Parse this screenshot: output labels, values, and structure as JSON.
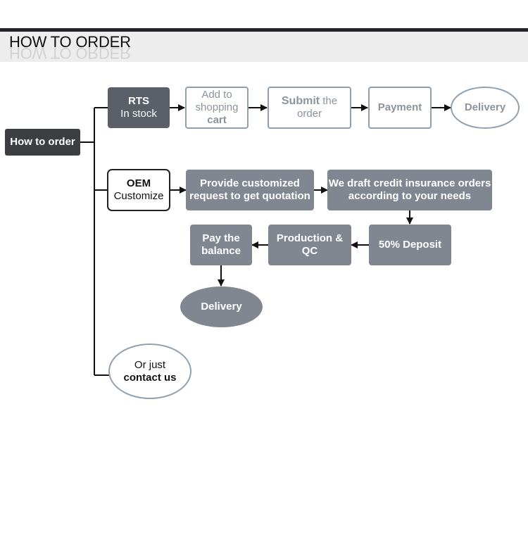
{
  "header": {
    "title": "HOW TO ORDER"
  },
  "root": {
    "label": "How to order"
  },
  "rts_row": {
    "rts_title": "RTS",
    "rts_sub": "In stock",
    "add_line1": "Add to",
    "add_line2": "shopping",
    "add_line3": "cart",
    "submit_bold": "Submit",
    "submit_rest": "the",
    "submit_line2": "order",
    "payment": "Payment",
    "delivery": "Delivery"
  },
  "oem_row": {
    "oem_title": "OEM",
    "oem_sub": "Customize",
    "provide_line1": "Provide customized",
    "provide_line2": "request to get quotation",
    "draft_line1": "We draft credit insurance orders",
    "draft_line2": "according to your needs",
    "deposit": "50% Deposit",
    "production_line1": "Production &",
    "production_line2": "QC",
    "pay_line1": "Pay the",
    "pay_line2": "balance",
    "delivery": "Delivery"
  },
  "contact": {
    "line1": "Or just",
    "line2": "contact us"
  },
  "colors": {
    "dark_node": "#3c3e43",
    "rts_node": "#5a5f68",
    "gray_node": "#808791",
    "outline": "#8fa1b0",
    "connector": "#111111"
  }
}
